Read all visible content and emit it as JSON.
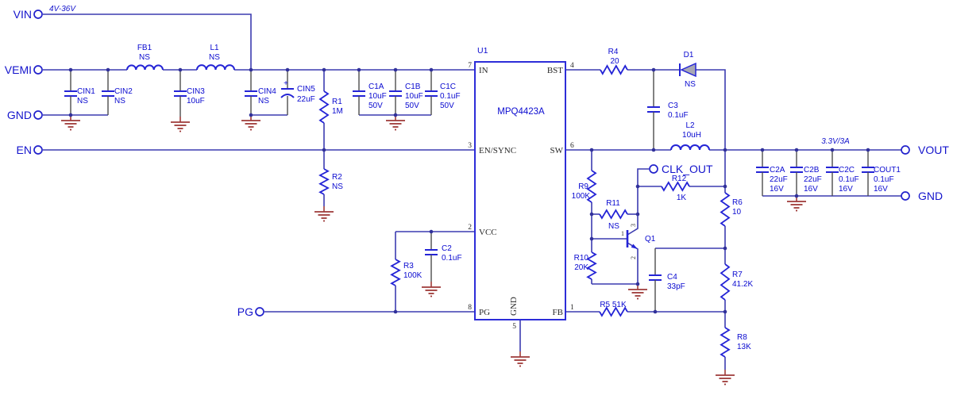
{
  "ports": {
    "vin": "VIN",
    "vemi": "VEMI",
    "gnd_left": "GND",
    "en": "EN",
    "pg": "PG",
    "clk_out": "CLK_OUT",
    "vout": "VOUT",
    "gnd_right": "GND"
  },
  "net_notes": {
    "input_range": "4V-36V",
    "output_rating": "3.3V/3A"
  },
  "ic": {
    "designator": "U1",
    "part_number": "MPQ4423A",
    "pins": {
      "in": {
        "number": "7",
        "name": "IN"
      },
      "en_sync": {
        "number": "3",
        "name": "EN/SYNC"
      },
      "vcc": {
        "number": "2",
        "name": "VCC"
      },
      "pg": {
        "number": "8",
        "name": "PG"
      },
      "bst": {
        "number": "4",
        "name": "BST"
      },
      "sw": {
        "number": "6",
        "name": "SW"
      },
      "fb": {
        "number": "1",
        "name": "FB"
      },
      "gnd": {
        "number": "5",
        "name": "GND"
      }
    }
  },
  "transistor": {
    "designator": "Q1",
    "pin_base": "1",
    "pin_emitter": "2",
    "pin_collector": "3"
  },
  "components": {
    "FB1": {
      "designator": "FB1",
      "value": "NS"
    },
    "L1": {
      "designator": "L1",
      "value": "NS"
    },
    "L2": {
      "designator": "L2",
      "value": "10uH"
    },
    "CIN1": {
      "designator": "CIN1",
      "value": "NS"
    },
    "CIN2": {
      "designator": "CIN2",
      "value": "NS"
    },
    "CIN3": {
      "designator": "CIN3",
      "value": "10uF"
    },
    "CIN4": {
      "designator": "CIN4",
      "value": "NS"
    },
    "CIN5": {
      "designator": "CIN5",
      "value": "22uF",
      "polarity_mark": "+"
    },
    "R1": {
      "designator": "R1",
      "value": "1M"
    },
    "R2": {
      "designator": "R2",
      "value": "NS"
    },
    "R3": {
      "designator": "R3",
      "value": "100K"
    },
    "R4": {
      "designator": "R4",
      "value": "20"
    },
    "R5": {
      "label": "R5 51K"
    },
    "R6": {
      "designator": "R6",
      "value": "10"
    },
    "R7": {
      "designator": "R7",
      "value": "41.2K"
    },
    "R8": {
      "designator": "R8",
      "value": "13K"
    },
    "R9": {
      "designator": "R9",
      "value": "100K"
    },
    "R10": {
      "designator": "R10",
      "value": "20K"
    },
    "R11": {
      "designator": "R11",
      "value": "NS"
    },
    "R12": {
      "designator": "R12",
      "value": "1K"
    },
    "C1A": {
      "designator": "C1A",
      "value": "10uF",
      "voltage": "50V"
    },
    "C1B": {
      "designator": "C1B",
      "value": "10uF",
      "voltage": "50V"
    },
    "C1C": {
      "designator": "C1C",
      "value": "0.1uF",
      "voltage": "50V"
    },
    "C2": {
      "designator": "C2",
      "value": "0.1uF"
    },
    "C3": {
      "designator": "C3",
      "value": "0.1uF"
    },
    "C4": {
      "designator": "C4",
      "value": "33pF"
    },
    "C2A": {
      "designator": "C2A",
      "value": "22uF",
      "voltage": "16V"
    },
    "C2B": {
      "designator": "C2B",
      "value": "22uF",
      "voltage": "16V"
    },
    "C2C": {
      "designator": "C2C",
      "value": "0.1uF",
      "voltage": "16V"
    },
    "COUT1": {
      "designator": "COUT1",
      "value": "0.1uF",
      "voltage": "16V"
    },
    "D1": {
      "designator": "D1",
      "value": "NS"
    }
  },
  "colors": {
    "wire": "#3c3cb0",
    "component_lead": "#4c4c4c",
    "symbol": "#2424d6",
    "label": "#0a0ad0",
    "ground": "#9e3a38",
    "ic_outline": "#2d2dd8",
    "diode_fill": "#a8a8b4"
  }
}
